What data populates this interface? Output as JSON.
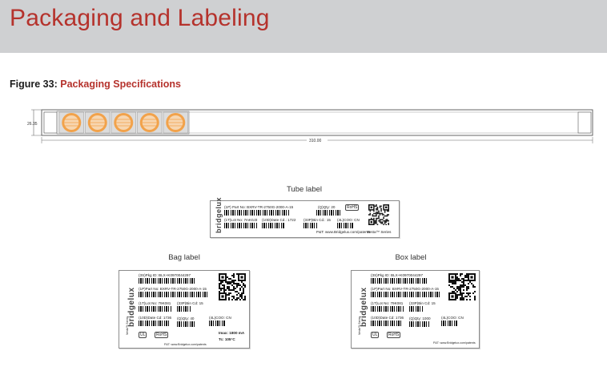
{
  "header": {
    "title": "Packaging and Labeling"
  },
  "figure": {
    "number": "Figure 33:",
    "title": "Packaging Specifications"
  },
  "tube_drawing": {
    "height_dim": "26.35",
    "length_dim": "310.00",
    "led_count": 5
  },
  "labels": {
    "tube": {
      "caption": "Tube label",
      "brand": "bridgelux",
      "part_no": "(1P) Part No: BXRV-TR-2750G-2000-A-15",
      "qty": "(Q)Qty: 20",
      "lot": "(1T)Lot No: 7mK0J3",
      "date": "(10D)Date Cd.: 1722",
      "bin": "(33P)Bin Cd.: 15",
      "coo": "(4L)COO: CN",
      "pnt": "P&T: www.Bridgelux.com/patents",
      "series": "Vesta™ Series"
    },
    "bag": {
      "caption": "Bag label",
      "brand": "bridgelux",
      "pkg_id": "(3S)Pkg ID: BLX+K0970044297",
      "part_no": "(1P)Part No: BXRV-TR-2750G-2000-A-15",
      "lot": "(1T)Lot No: 79K081",
      "bin": "(33P)Bin Cd: 15",
      "date": "(10D)Date Cd: 1736",
      "qty": "(Q)Qty: 40",
      "coo": "(4L)COO: CN",
      "imax": "Imax: 1800 mA",
      "tc": "Tc: 105°C",
      "pnt": "P&T: www.Bridgelux.com/patents",
      "series": "Vesta™ Series"
    },
    "box": {
      "caption": "Box label",
      "brand": "bridgelux",
      "pkg_id": "(3S)Pkg ID: BLX+K0970044297",
      "part_no": "(1P)Part No: BXRV-TR-2750G-2000-A-15",
      "lot": "(1T)Lot No: 79K081",
      "bin": "(33P)Bin Cd: 15",
      "date": "(10D)Date Cd: 1736",
      "qty": "(Q)Qty: 1000",
      "coo": "(4L)COO: CN",
      "pnt": "P&T: www.Bridgelux.com/patents",
      "series": "Vesta™ Series"
    }
  },
  "colors": {
    "accent": "#b5322c",
    "banner": "#cfd0d2",
    "led_outer": "#f2a24a",
    "led_inner": "#f7d6b0"
  }
}
